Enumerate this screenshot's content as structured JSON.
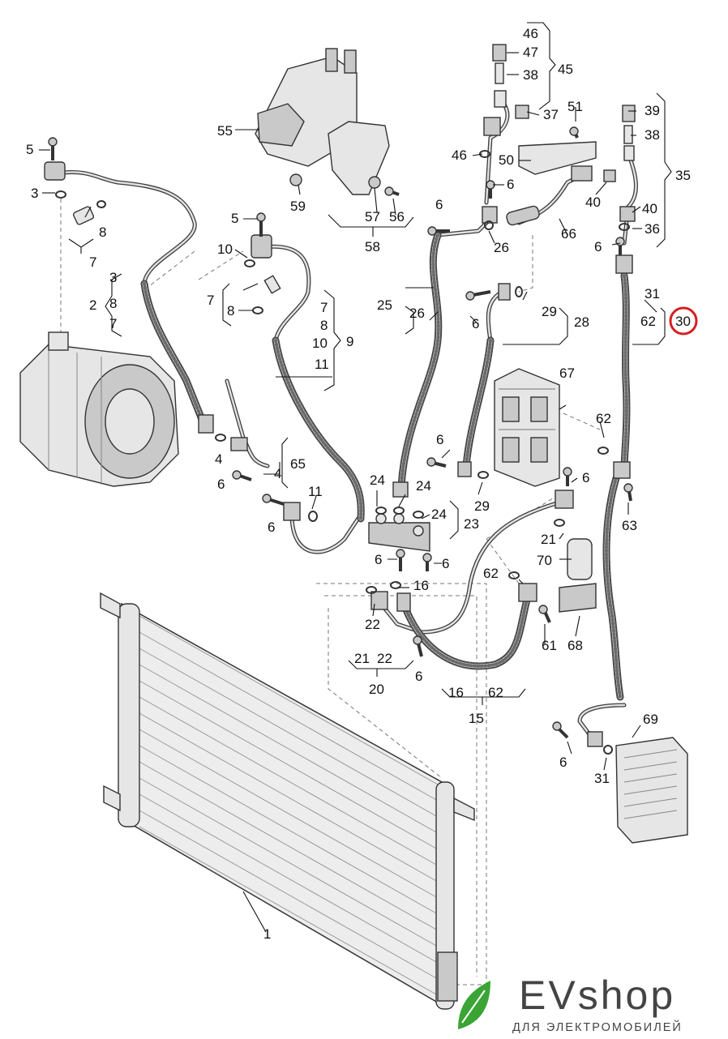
{
  "diagram": {
    "title": "Refrigerant circuit parts diagram",
    "highlight_color": "#d42020",
    "highlighted_label": "30"
  },
  "labels": {
    "l1": "1",
    "l2": "2",
    "l2_3": "3",
    "l2_8": "8",
    "l2_7": "7",
    "l3": "3",
    "l4a": "4",
    "l4b": "4",
    "l5a": "5",
    "l5b": "5",
    "l6_comp": "6",
    "l6_bolt_center": "6",
    "l6_23": "6",
    "l6_23b": "6",
    "l6_top": "6",
    "l6_26": "6",
    "l6_28": "6",
    "l6_left_mid": "6",
    "l6_29": "6",
    "l6_20": "6",
    "l6_67": "6",
    "l6_right": "6",
    "l6_69": "6",
    "l7_top": "7",
    "l7_mid": "7",
    "l8_top": "8",
    "l8_mid": "8",
    "l9": "9",
    "l9_7": "7",
    "l9_8": "8",
    "l9_10": "10",
    "l9_11": "11",
    "l10": "10",
    "l11": "11",
    "l15": "15",
    "l16a": "16",
    "l16b": "16",
    "l20": "20",
    "l21a": "21",
    "l21b": "21",
    "l22a": "22",
    "l22b": "22",
    "l23": "23",
    "l24a": "24",
    "l24b": "24",
    "l24c": "24",
    "l25": "25",
    "l26a": "26",
    "l26b": "26",
    "l28": "28",
    "l29a": "29",
    "l29b": "29",
    "l30": "30",
    "l31a": "31",
    "l31b": "31",
    "l35": "35",
    "l36": "36",
    "l37": "37",
    "l38a": "38",
    "l38b": "38",
    "l39": "39",
    "l40a": "40",
    "l40b": "40",
    "l45": "45",
    "l46a": "46",
    "l46b": "46",
    "l47": "47",
    "l50": "50",
    "l51": "51",
    "l55": "55",
    "l56": "56",
    "l57": "57",
    "l58": "58",
    "l59": "59",
    "l61": "61",
    "l62a": "62",
    "l62b": "62",
    "l62c": "62",
    "l62d": "62",
    "l63": "63",
    "l65": "65",
    "l66": "66",
    "l67": "67",
    "l68": "68",
    "l69": "69",
    "l70": "70"
  },
  "brand": {
    "name": "EVshop",
    "tagline": "ДЛЯ ЭЛЕКТРОМОБИЛЕЙ",
    "text_color": "#444444",
    "leaf_color": "#3aa535"
  }
}
